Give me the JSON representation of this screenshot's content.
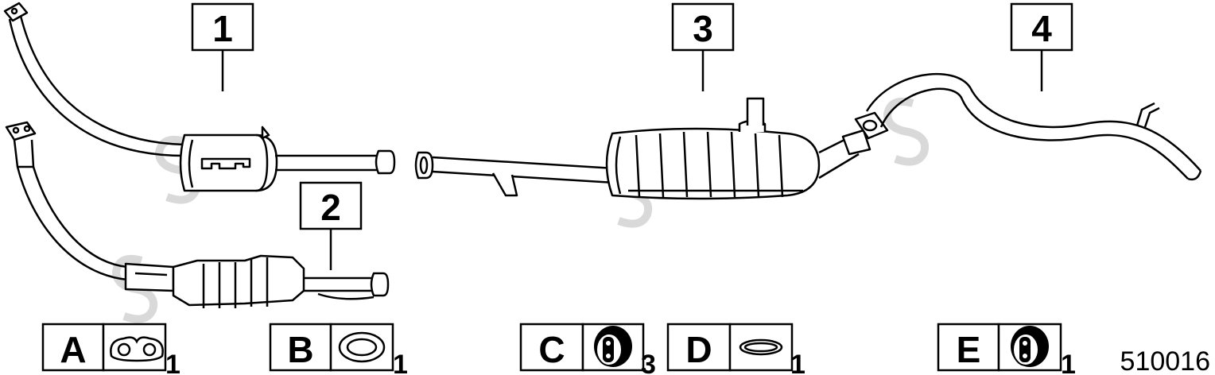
{
  "callouts": [
    {
      "id": "1",
      "label": "1"
    },
    {
      "id": "2",
      "label": "2"
    },
    {
      "id": "3",
      "label": "3"
    },
    {
      "id": "4",
      "label": "4"
    }
  ],
  "parts": [
    {
      "letter": "A",
      "icon": "flange-gasket-icon",
      "qty": "1"
    },
    {
      "letter": "B",
      "icon": "ring-gasket-icon",
      "qty": "1"
    },
    {
      "letter": "C",
      "icon": "rubber-hanger-icon",
      "qty": "3"
    },
    {
      "letter": "D",
      "icon": "oval-ring-icon",
      "qty": "1"
    },
    {
      "letter": "E",
      "icon": "rubber-hanger-icon",
      "qty": "1"
    }
  ],
  "reference_number": "510016",
  "colors": {
    "line": "#000000",
    "watermark": "#d9d9d9",
    "background": "#ffffff"
  }
}
